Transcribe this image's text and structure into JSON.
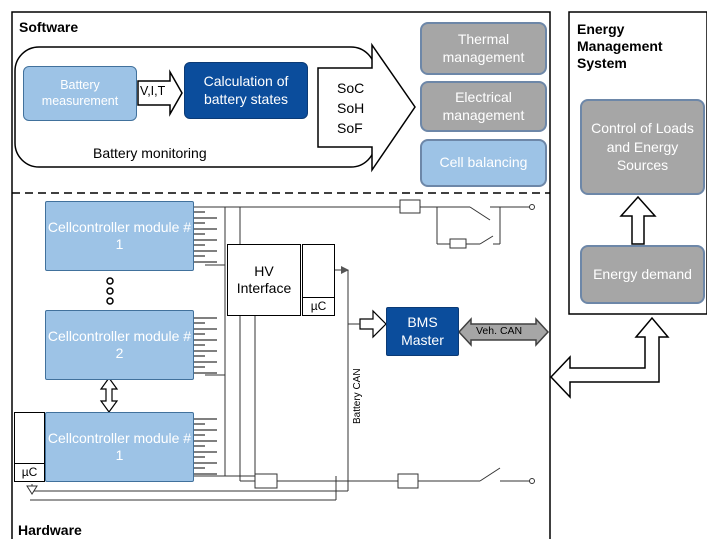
{
  "software": {
    "title": "Software",
    "battery_measurement": "Battery measurement",
    "vit_label": "V,I,T",
    "calc_states": "Calculation of battery states",
    "states": [
      "SoC",
      "SoH",
      "SoF"
    ],
    "monitoring_label": "Battery monitoring",
    "thermal": "Thermal management",
    "electrical": "Electrical management",
    "cell_balancing": "Cell balancing"
  },
  "ems": {
    "title": "Energy Management System",
    "control": "Control of Loads and Energy Sources",
    "demand": "Energy demand"
  },
  "hardware": {
    "title": "Hardware",
    "cc_module_1_top": "Cellcontroller module # 1",
    "cc_module_2": "Cellcontroller module # 2",
    "cc_module_1_bottom": "Cellcontroller module # 1",
    "hv_interface": "HV Interface",
    "uc_hv": "µC",
    "uc_bottom": "µC",
    "bms_master": "BMS Master",
    "veh_can": "Veh. CAN",
    "battery_can": "Battery CAN"
  }
}
